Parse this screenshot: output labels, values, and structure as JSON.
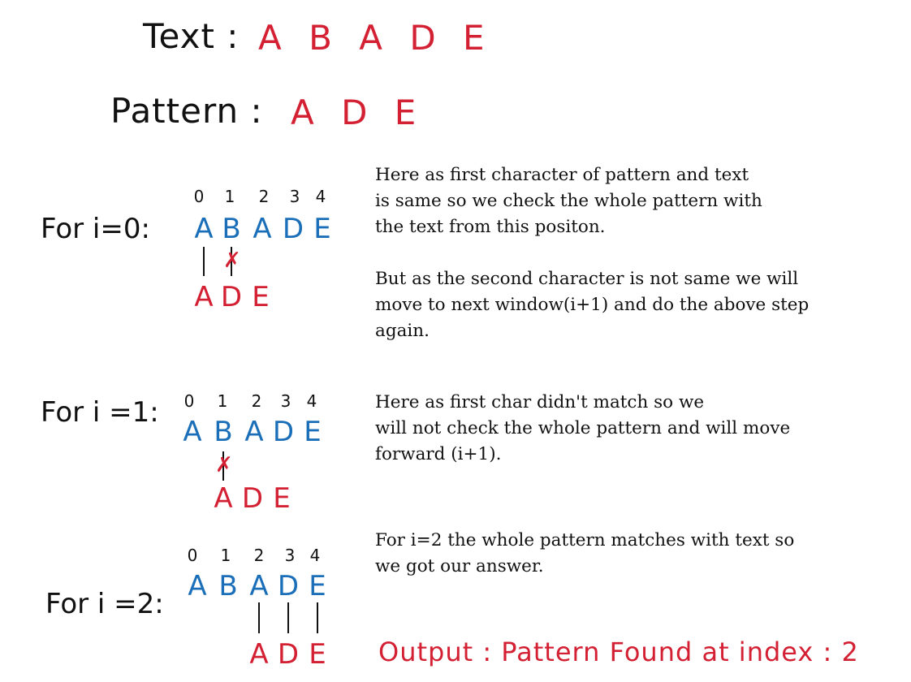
{
  "colors": {
    "text_chars": "#1b6fb8",
    "pattern_chars": "#d42033",
    "labels": "#111111",
    "output": "#d42033",
    "mismatch_mark": "#d42033"
  },
  "header": {
    "text_label": "Text :",
    "text_value": "A B A D E",
    "pattern_label": "Pattern :",
    "pattern_value": "A D E"
  },
  "text_chars": [
    "A",
    "B",
    "A",
    "D",
    "E"
  ],
  "pattern_chars": [
    "A",
    "D",
    "E"
  ],
  "indices": [
    "0",
    "1",
    "2",
    "3",
    "4"
  ],
  "steps": [
    {
      "label": "For i=0:",
      "comparison": [
        "match",
        "mismatch"
      ],
      "explanation": "Here as first character of pattern and text\nis same so we check the whole pattern with\nthe text from this positon.\n\nBut as the second character is not same we will\nmove to next window(i+1) and do the above step\nagain."
    },
    {
      "label": "For i =1:",
      "comparison": [
        "mismatch"
      ],
      "explanation": "Here as first char didn't match so we\nwill not check the whole pattern and will move\nforward (i+1)."
    },
    {
      "label": "For i =2:",
      "comparison": [
        "match",
        "match",
        "match"
      ],
      "explanation": "For i=2 the whole pattern matches with text so\nwe got our answer."
    }
  ],
  "mismatch_symbol": "✗",
  "output": "Output : Pattern Found at index : 2"
}
